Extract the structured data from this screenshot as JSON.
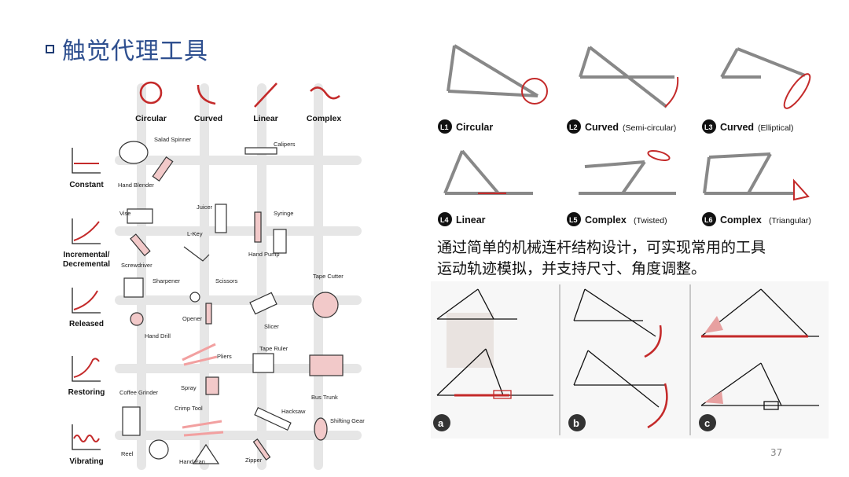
{
  "slide": {
    "title": "触觉代理工具",
    "page_number": "37",
    "description_lines": [
      "通过简单的机械连杆结构设计，可实现常用的工具",
      "运动轨迹模拟，并支持尺寸、角度调整。"
    ]
  },
  "matrix": {
    "columns": [
      "Circular",
      "Curved",
      "Linear",
      "Complex"
    ],
    "rows": [
      "Constant",
      "Incremental/",
      "Decremental",
      "Released",
      "Restoring",
      "Vibrating"
    ],
    "tools": [
      "Salad Spinner",
      "Hand Blender",
      "Calipers",
      "Vise",
      "Juicer",
      "Syringe",
      "L-Key",
      "Hand Pump",
      "Screwdriver",
      "Sharpener",
      "Scissors",
      "Tape Cutter",
      "Opener",
      "Slicer",
      "Hand Drill",
      "Pliers",
      "Tape Ruler",
      "Spray",
      "Bus Trunk",
      "Coffee Grinder",
      "Crimp Tool",
      "Hacksaw",
      "Shifting Gear",
      "Reel",
      "Hand Fan",
      "Zipper"
    ],
    "accent_color": "#c42a2a",
    "tool_fill": "#f2c9c9"
  },
  "linkages": [
    {
      "badge": "L1",
      "name": "Circular",
      "detail": ""
    },
    {
      "badge": "L2",
      "name": "Curved",
      "detail": "(Semi-circular)"
    },
    {
      "badge": "L3",
      "name": "Curved",
      "detail": "(Elliptical)"
    },
    {
      "badge": "L4",
      "name": "Linear",
      "detail": ""
    },
    {
      "badge": "L5",
      "name": "Complex",
      "detail": "(Twisted)"
    },
    {
      "badge": "L6",
      "name": "Complex",
      "detail": "(Triangular)"
    }
  ],
  "adjust_panels": [
    {
      "badge": "a"
    },
    {
      "badge": "b"
    },
    {
      "badge": "c"
    }
  ]
}
